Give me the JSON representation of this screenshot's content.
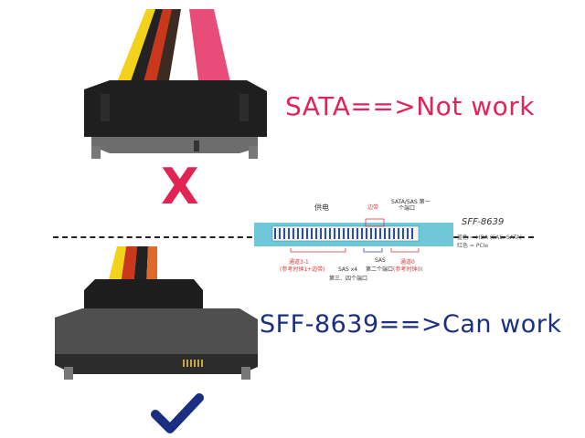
{
  "labels": {
    "sata": "SATA==>Not work",
    "sff": "SFF-8639==>Can work"
  },
  "diagram": {
    "title": "SFF-8639",
    "power": "供电",
    "sideband": "边带",
    "sata_sas_first": "SATA/SAS 第一",
    "first_port": "个端口",
    "legend_blue": "蓝色 = HDA (SAS, SATA)",
    "legend_red": "红色 = PCIe",
    "ch3_1": "通道3-1",
    "ch3_1_note": "(参考时钟1+边带)",
    "sas_x4": "SAS x4",
    "sas_x4_note": "第三、四个端口",
    "sas": "SAS",
    "second_port": "第二个端口",
    "ch0": "通道0",
    "ch0_note": "(参考时钟0)"
  },
  "marks": {
    "bad": "cross-mark",
    "good": "check-mark"
  },
  "colors": {
    "sata_text": "#e4235a",
    "sff_text": "#1a2f82",
    "cross": "#e02454",
    "check": "#1a2f82"
  }
}
